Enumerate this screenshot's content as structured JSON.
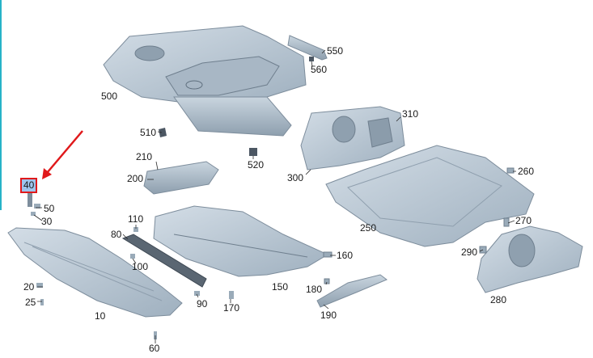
{
  "diagram": {
    "highlight_color": "#e0191b",
    "part_color": "#b6c5d3",
    "part_edge_color": "#7d8d9c",
    "labels": [
      {
        "id": "p10",
        "text": "10"
      },
      {
        "id": "p20",
        "text": "20"
      },
      {
        "id": "p25",
        "text": "25"
      },
      {
        "id": "p30",
        "text": "30"
      },
      {
        "id": "p40",
        "text": "40",
        "highlighted": true
      },
      {
        "id": "p50",
        "text": "50"
      },
      {
        "id": "p60",
        "text": "60"
      },
      {
        "id": "p80",
        "text": "80"
      },
      {
        "id": "p90",
        "text": "90"
      },
      {
        "id": "p100",
        "text": "100"
      },
      {
        "id": "p110",
        "text": "110"
      },
      {
        "id": "p150",
        "text": "150"
      },
      {
        "id": "p160",
        "text": "160"
      },
      {
        "id": "p170",
        "text": "170"
      },
      {
        "id": "p180",
        "text": "180"
      },
      {
        "id": "p190",
        "text": "190"
      },
      {
        "id": "p200",
        "text": "200"
      },
      {
        "id": "p210",
        "text": "210"
      },
      {
        "id": "p250",
        "text": "250"
      },
      {
        "id": "p260",
        "text": "260"
      },
      {
        "id": "p270",
        "text": "270"
      },
      {
        "id": "p280",
        "text": "280"
      },
      {
        "id": "p290",
        "text": "290"
      },
      {
        "id": "p300",
        "text": "300"
      },
      {
        "id": "p310",
        "text": "310"
      },
      {
        "id": "p500",
        "text": "500"
      },
      {
        "id": "p510",
        "text": "510"
      },
      {
        "id": "p520",
        "text": "520"
      },
      {
        "id": "p550",
        "text": "550"
      },
      {
        "id": "p560",
        "text": "560"
      }
    ]
  }
}
